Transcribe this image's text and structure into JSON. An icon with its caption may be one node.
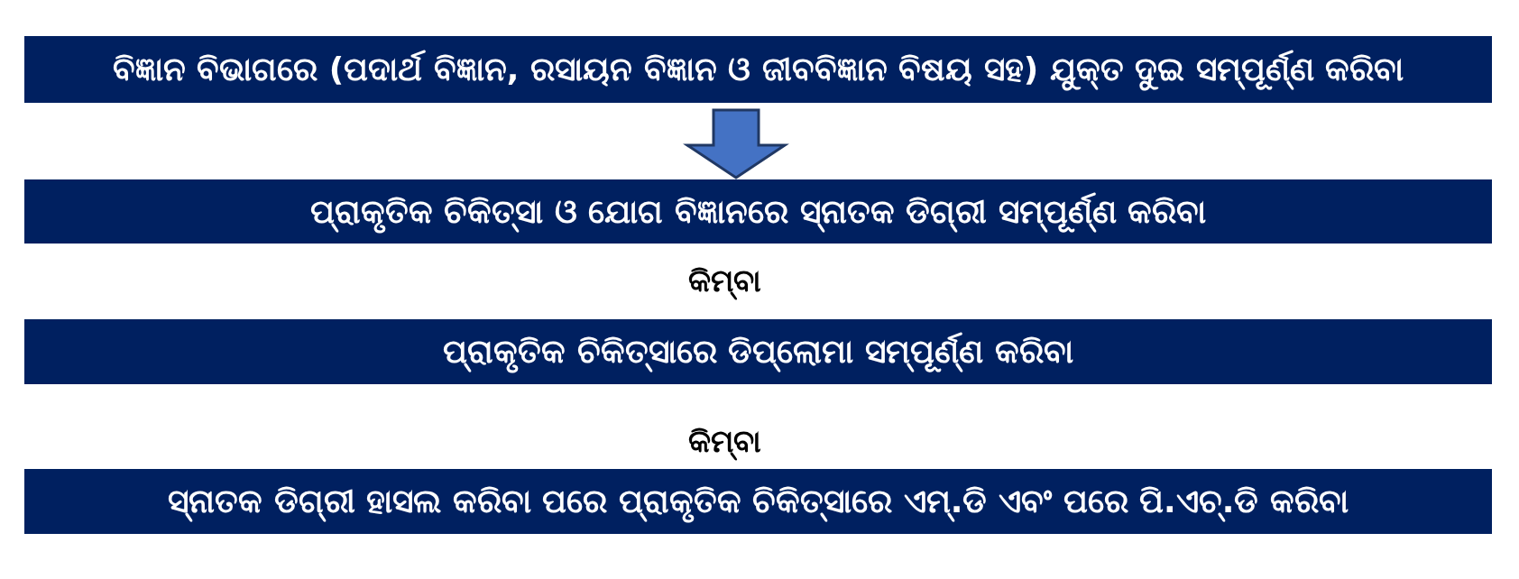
{
  "diagram": {
    "nodes": [
      {
        "text": [
          "ବିଜ୍ଞାନ ବିଭାଗରେ (ପଦାର୍ଥ ବିଜ୍ଞାନ, ରସାୟନ ବିଜ୍ଞାନ ଓ ଜୀବବିଜ୍ଞାନ ବିଷୟ ସହ) ଯୁକ୍ତ ଦୁଇ ସମ୍ପୂର୍ଣ୍ଣ କରିବା"
        ]
      },
      {
        "text": [
          "ପ୍ରାକୃତିକ ଚିକିତ୍ସା ଓ ଯୋଗ ବିଜ୍ଞାନରେ ସ୍ନାତକ ଡିଗ୍ରୀ ସମ୍ପୂର୍ଣ୍ଣ କରିବା"
        ]
      },
      {
        "text": [
          "ପ୍ରାକୃତିକ ଚିକିତ୍ସାରେ ଡିପ୍ଲୋମା ସମ୍ପୂର୍ଣ୍ଣ କରିବା"
        ]
      },
      {
        "text": [
          "ସ୍ନାତକ ଡିଗ୍ରୀ ହାସଲ କରିବା ପରେ ପ୍ରାକୃତିକ ଚିକିତ୍ସାରେ ଏମ୍.ଡି ଏବଂ ପରେ ପି.ଏଚ୍.ଡି କରିବା"
        ]
      }
    ],
    "edges": [
      {
        "from": 0,
        "to": 1,
        "arrow": "to"
      }
    ],
    "labels": [
      "କିମ୍ବା",
      "କିମ୍ବା"
    ]
  }
}
